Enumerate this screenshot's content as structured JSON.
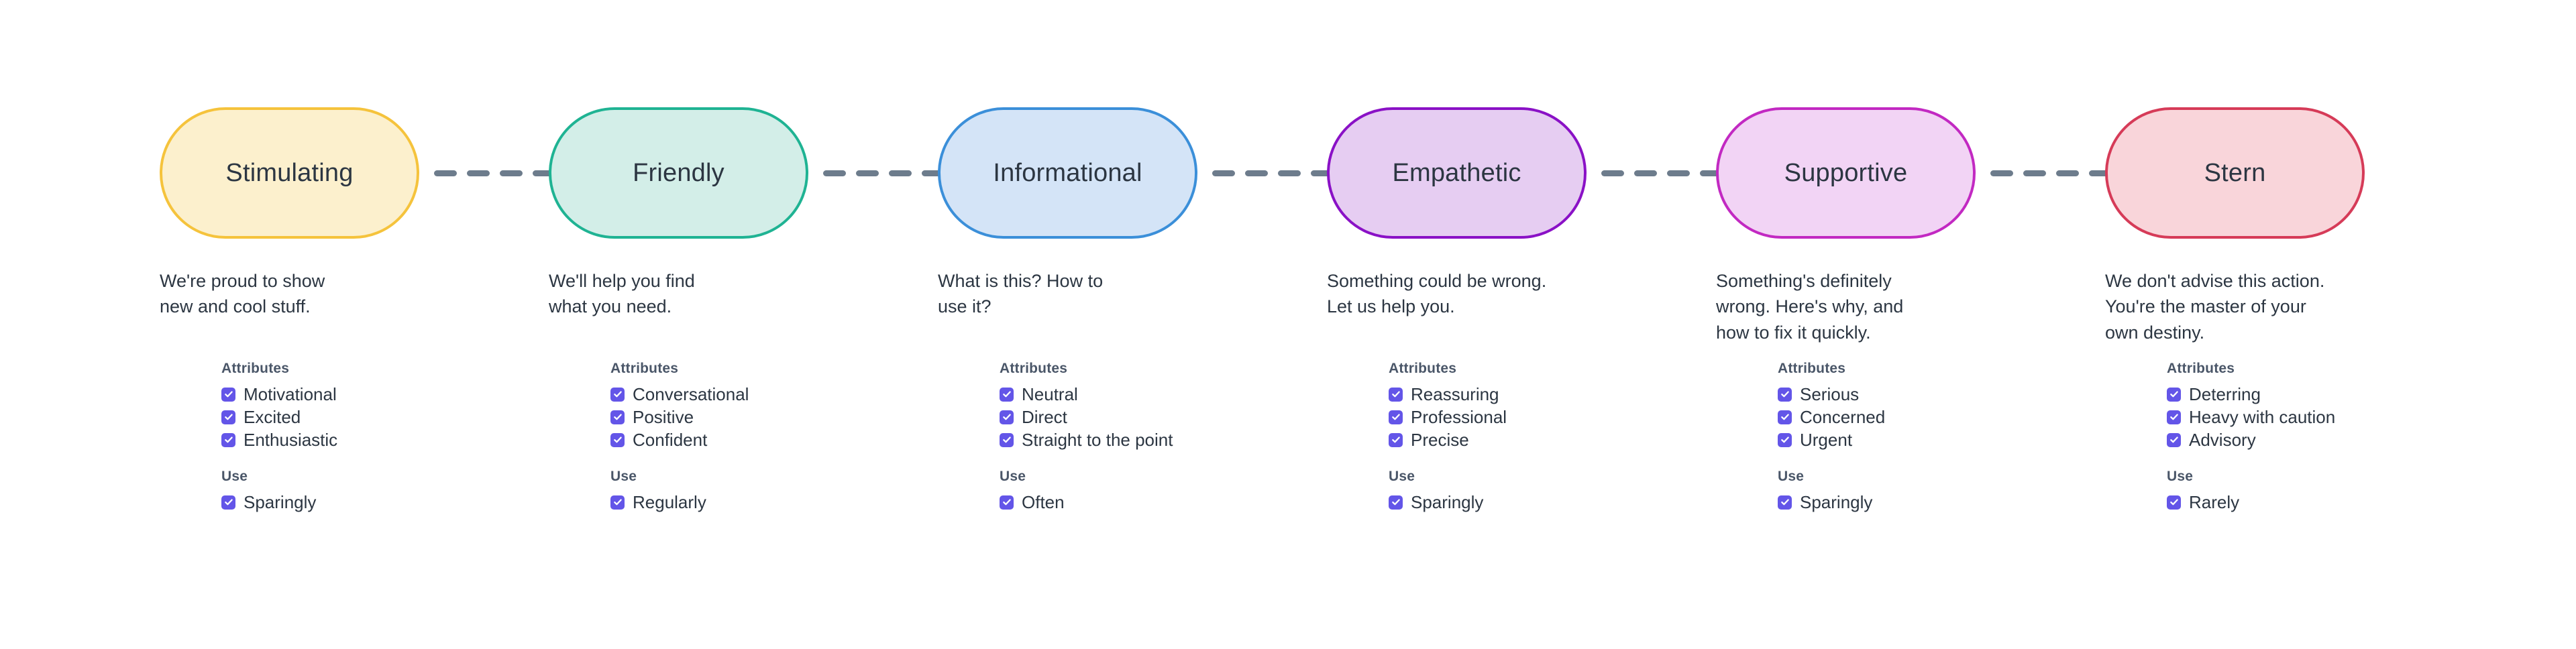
{
  "theme": {
    "background": "#ffffff",
    "text_color": "#2c3642",
    "heading_color": "#4a5668",
    "connector_color": "#6d7c8c",
    "checkbox_color": "#6355e8",
    "checkbox_check_color": "#ffffff"
  },
  "headings": {
    "attributes": "Attributes",
    "use": "Use"
  },
  "connector": {
    "style": "dashed",
    "dash_count": 4
  },
  "tones": [
    {
      "name": "Stimulating",
      "fill": "#fcf0cd",
      "border": "#f5c33c",
      "description": "We're proud to show\nnew and cool stuff.",
      "attributes": [
        "Motivational",
        "Excited",
        "Enthusiastic"
      ],
      "use": [
        "Sparingly"
      ]
    },
    {
      "name": "Friendly",
      "fill": "#d3eee8",
      "border": "#1fb393",
      "description": "We'll help you find\nwhat you need.",
      "attributes": [
        "Conversational",
        "Positive",
        "Confident"
      ],
      "use": [
        "Regularly"
      ]
    },
    {
      "name": "Informational",
      "fill": "#d4e4f7",
      "border": "#3b8fd9",
      "description": "What is this? How to\nuse it?",
      "attributes": [
        "Neutral",
        "Direct",
        "Straight to the point"
      ],
      "use": [
        "Often"
      ]
    },
    {
      "name": "Empathetic",
      "fill": "#e6cdf2",
      "border": "#8a11c6",
      "description": "Something could be wrong.\nLet us help you.",
      "attributes": [
        "Reassuring",
        "Professional",
        "Precise"
      ],
      "use": [
        "Sparingly"
      ]
    },
    {
      "name": "Supportive",
      "fill": "#f2d4f5",
      "border": "#c229c2",
      "description": "Something's definitely\nwrong. Here's why, and\nhow to fix it quickly.",
      "attributes": [
        "Serious",
        "Concerned",
        "Urgent"
      ],
      "use": [
        "Sparingly"
      ]
    },
    {
      "name": "Stern",
      "fill": "#f9d5da",
      "border": "#d63b58",
      "description": "We don't advise this action.\nYou're the master of your\nown destiny.",
      "attributes": [
        "Deterring",
        "Heavy with caution",
        "Advisory"
      ],
      "use": [
        "Rarely"
      ]
    }
  ]
}
